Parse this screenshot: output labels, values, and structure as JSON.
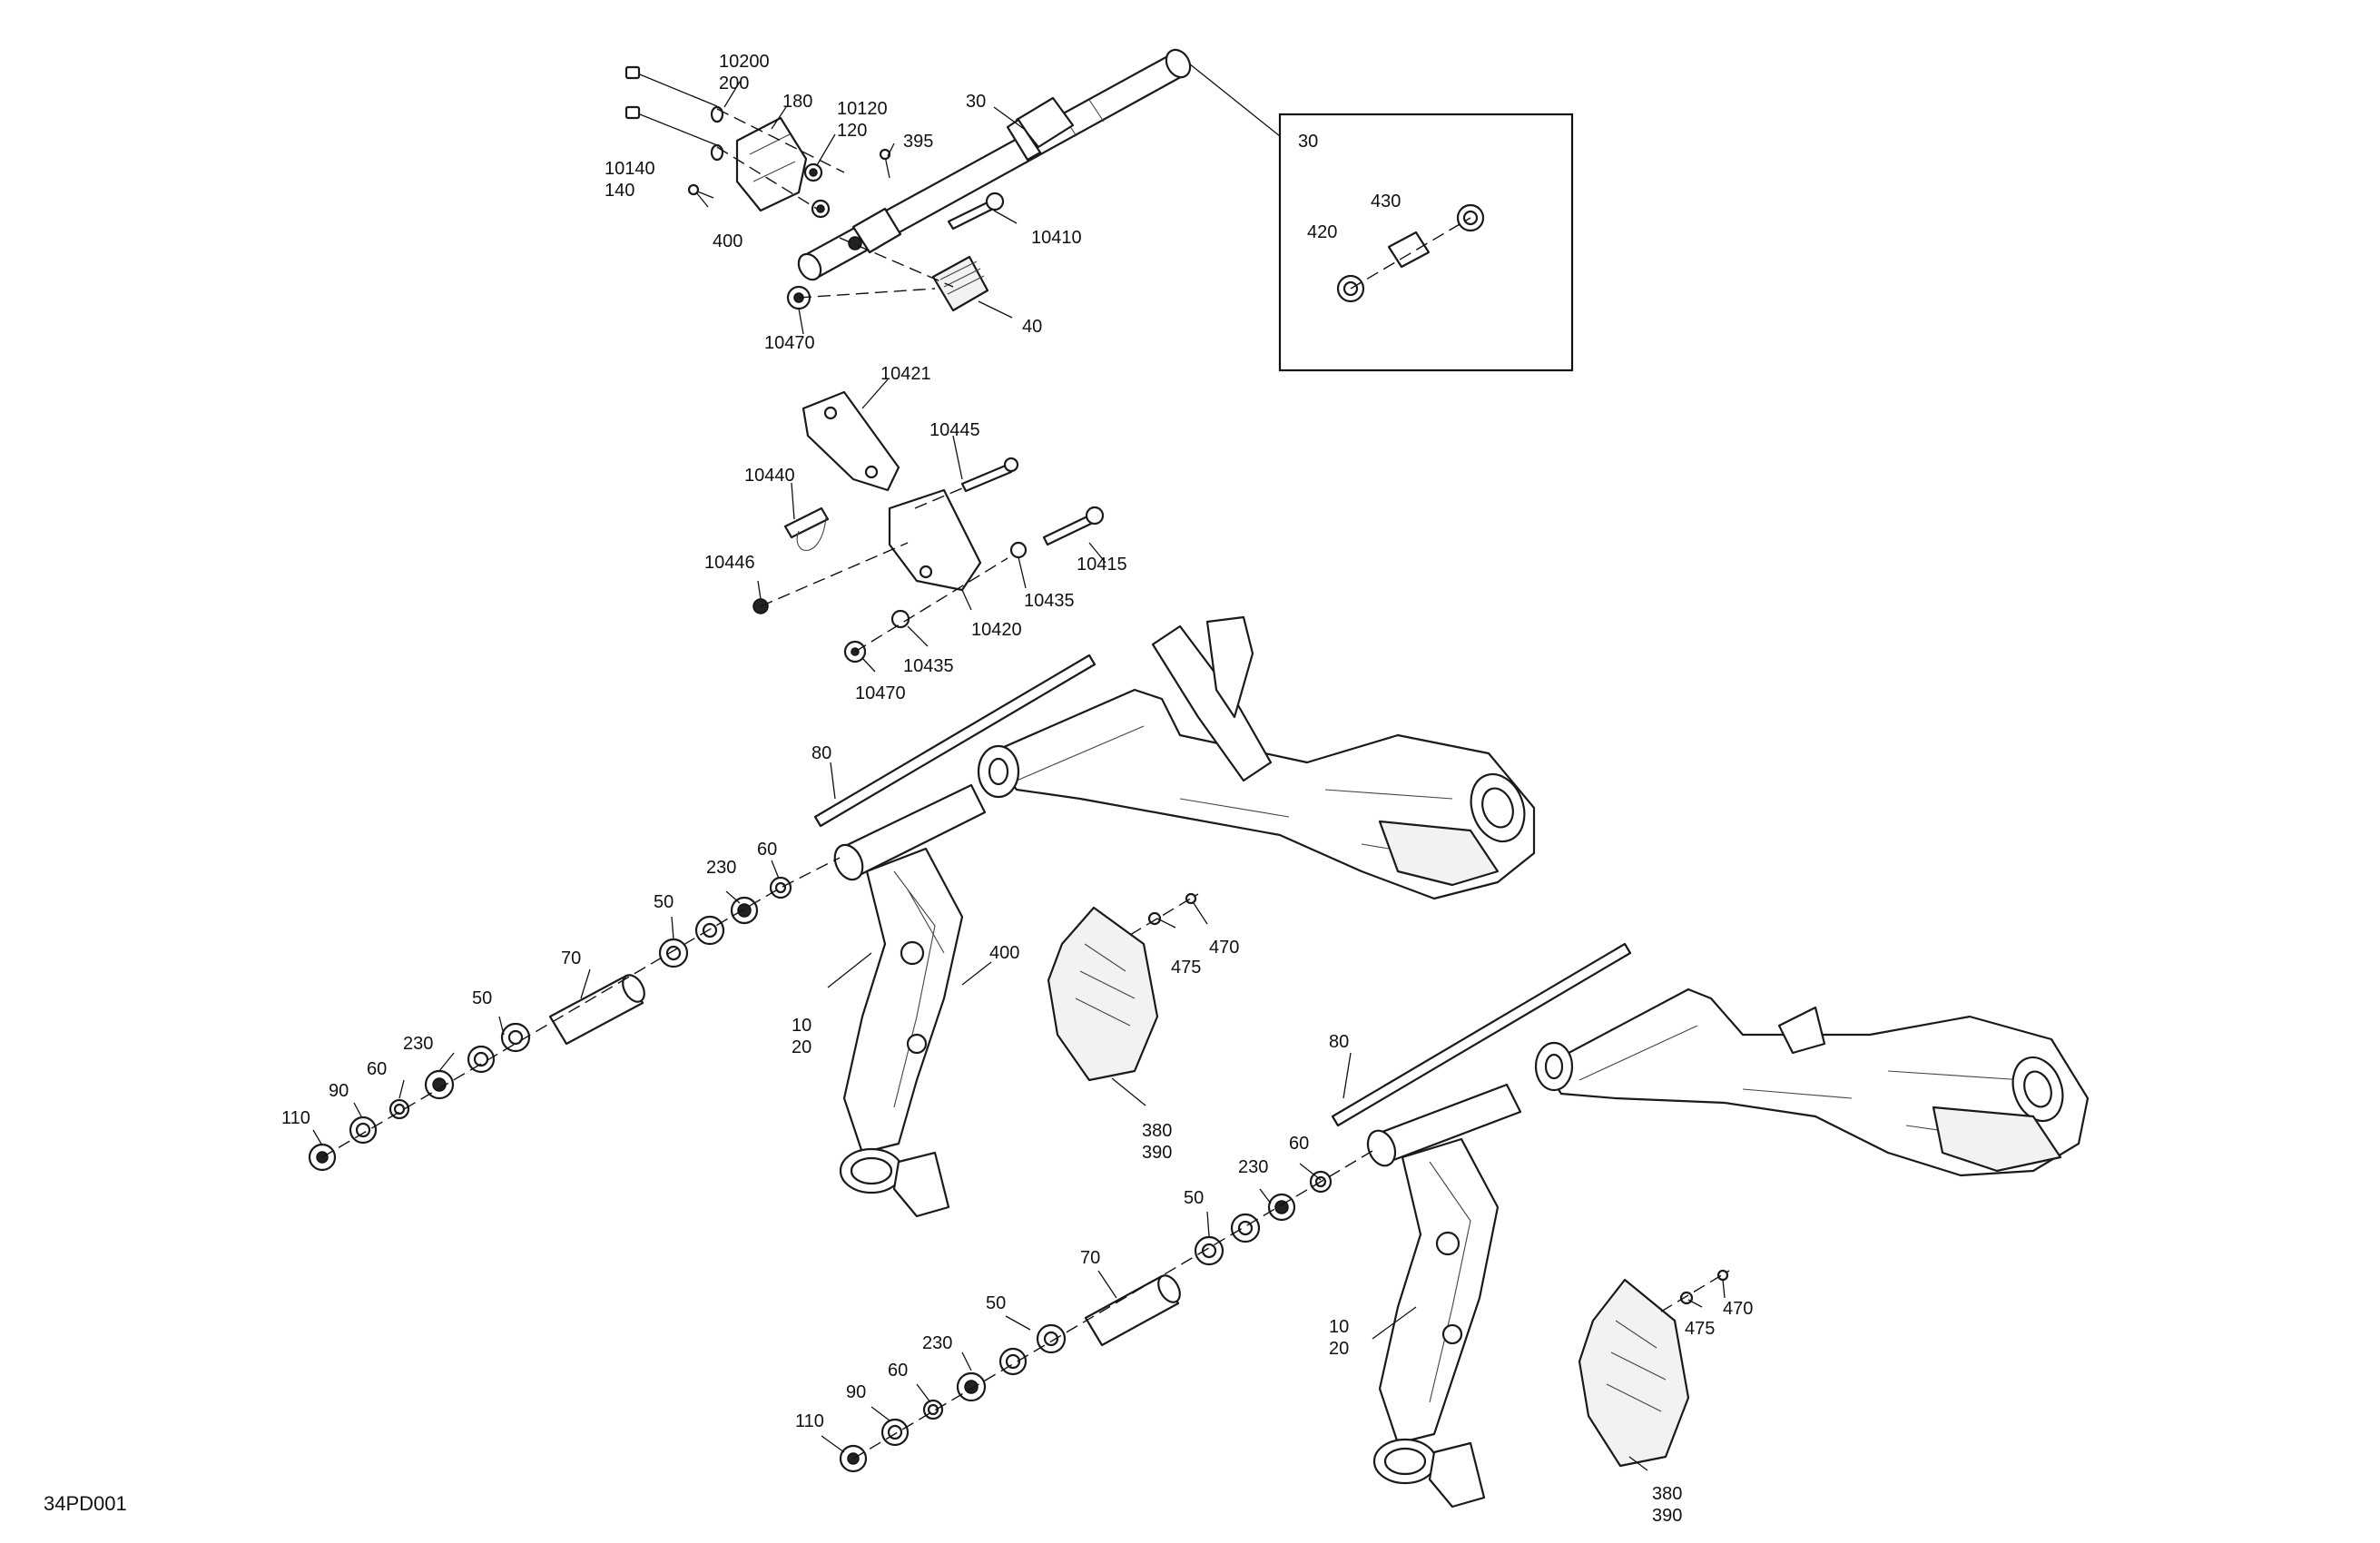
{
  "diagram": {
    "code": "34PD001",
    "detail_label": "30",
    "labels": {
      "l10200": "10200",
      "l200": "200",
      "l180": "180",
      "l10120": "10120",
      "l120": "120",
      "l395": "395",
      "l30": "30",
      "l10140": "10140",
      "l140": "140",
      "l400a": "400",
      "l10410": "10410",
      "l10470a": "10470",
      "l40": "40",
      "l420": "420",
      "l430": "430",
      "l10421": "10421",
      "l10445": "10445",
      "l10440": "10440",
      "l10415": "10415",
      "l10446": "10446",
      "l10435a": "10435",
      "l10420": "10420",
      "l10435b": "10435",
      "l10470b": "10470",
      "l80a": "80",
      "l60a": "60",
      "l230a": "230",
      "l50a": "50",
      "l70a": "70",
      "l400b": "400",
      "l10a": "10",
      "l20a": "20",
      "l50b": "50",
      "l230b": "230",
      "l60b": "60",
      "l90a": "90",
      "l110a": "110",
      "l475a": "475",
      "l470a": "470",
      "l380a": "380",
      "l390a": "390",
      "l80b": "80",
      "l60c": "60",
      "l230c": "230",
      "l50c": "50",
      "l70b": "70",
      "l50d": "50",
      "l230d": "230",
      "l60d": "60",
      "l90b": "90",
      "l110b": "110",
      "l10b": "10",
      "l20b": "20",
      "l475b": "475",
      "l470b": "470",
      "l380b": "380",
      "l390b": "390"
    }
  }
}
